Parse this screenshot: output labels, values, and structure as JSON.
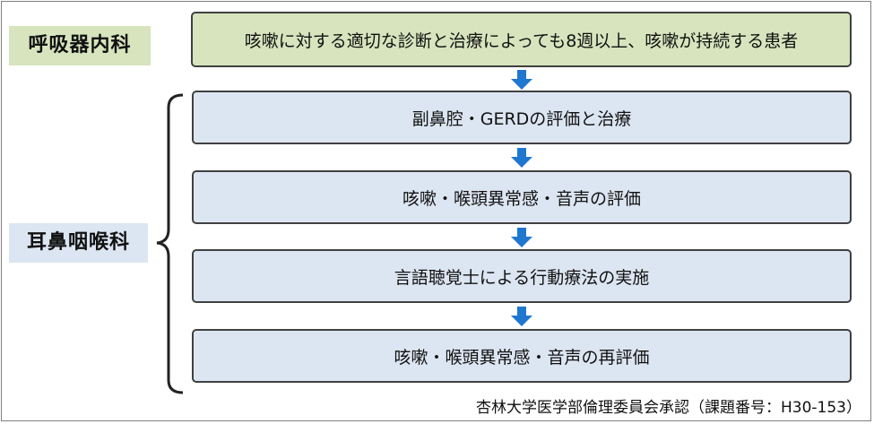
{
  "departments": {
    "respiratory": "呼吸器内科",
    "ent": "耳鼻咽喉科"
  },
  "top_box": "咳嗽に対する適切な診断と治療によっても8週以上、咳嗽が持続する患者",
  "steps": [
    "副鼻腔・GERDの評価と治療",
    "咳嗽・喉頭異常感・音声の評価",
    "言語聴覚士による行動療法の実施",
    "咳嗽・喉頭異常感・音声の再評価"
  ],
  "footer": "杏林大学医学部倫理委員会承認（課題番号：H30-153）",
  "colors": {
    "green_fill": "#d7e4bd",
    "blue_fill": "#dce6f2",
    "arrow": "#1f77d0",
    "border": "#404040"
  }
}
